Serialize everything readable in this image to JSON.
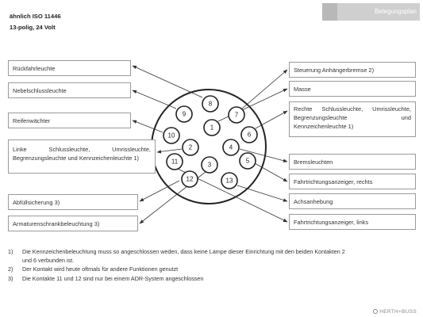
{
  "header": {
    "title": "Belegungsplan"
  },
  "spec": {
    "line1": "ähnlich ISO 11446",
    "line2": "13-polig, 24 Volt"
  },
  "left_labels": [
    "Rückfahrleuchte",
    "Nebelschlussleuchte",
    "Reifenwächter",
    "Linke Schlussleuchte, Umrissleuchte, Begrenzungsleuchte und Kennzeichenleuchte 1)",
    "Abfüllsicherung 3)",
    "Armaturenschrankbeleuchtung 3)"
  ],
  "right_labels": [
    "Steuerung Anhängerbremse 2)",
    "Masse",
    "Rechte Schlussleuchte, Umrissleuchte, Begrenzungsleuchte und Kennzeichenleuchte 1)",
    "Bremsleuchten",
    "Fahrtrichtungsanzeiger, rechts",
    "Achsanhebung",
    "Fahrtrichtungsanzeiger, links"
  ],
  "pins": [
    "1",
    "2",
    "3",
    "4",
    "5",
    "6",
    "7",
    "8",
    "9",
    "10",
    "11",
    "12",
    "13"
  ],
  "notes": [
    {
      "num": "1)",
      "text": "Die Kennzeichenbeleuchtung muss so angeschlossen weden, dass keine Lampe dieser Einrichtung mit den beiden Kontakten 2 und 6 verbunden ist."
    },
    {
      "num": "2)",
      "text": "Der Kontakt wird heute oftmals für andere Funktionen genutzt"
    },
    {
      "num": "3)",
      "text": "Die Kontakte 11 und 12 sind nur bei einem ADR-System angeschlossen"
    }
  ],
  "brand": "HERTH+BUSS"
}
